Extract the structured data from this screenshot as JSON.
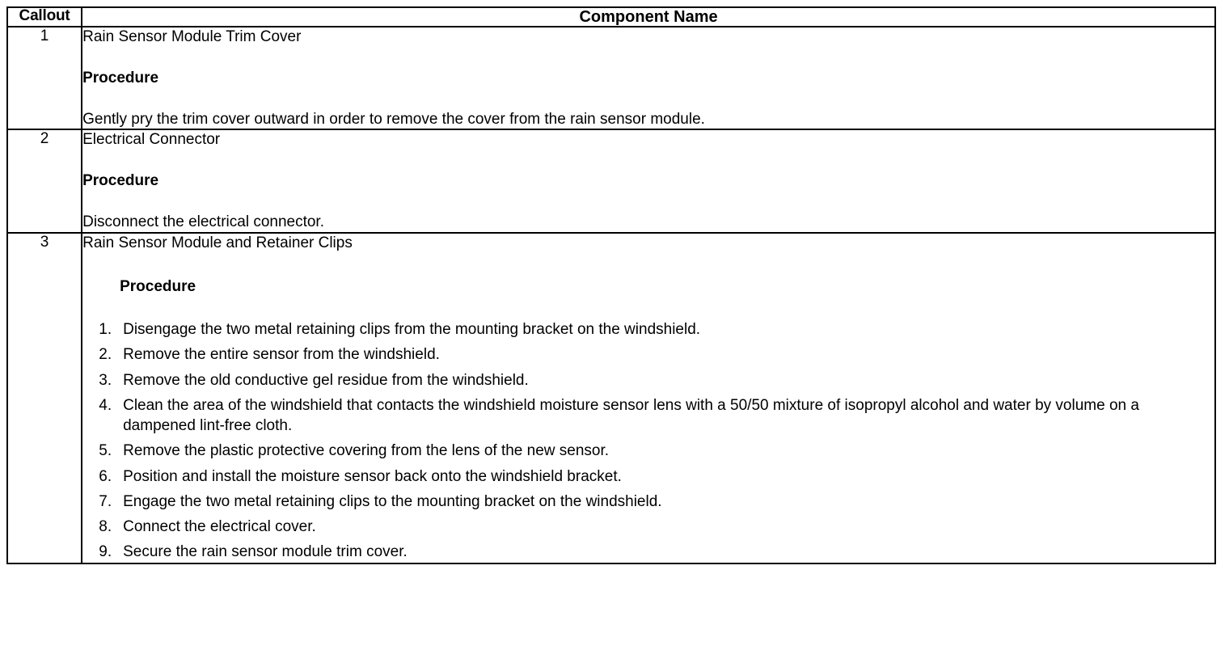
{
  "table": {
    "headers": {
      "callout": "Callout",
      "component_name": "Component Name"
    },
    "rows": [
      {
        "callout": "1",
        "component_name": "Rain Sensor Module Trim Cover",
        "procedure_label": "Procedure",
        "procedure_text": "Gently pry the trim cover outward in order to remove the cover from the rain sensor module."
      },
      {
        "callout": "2",
        "component_name": "Electrical Connector",
        "procedure_label": "Procedure",
        "procedure_text": "Disconnect the electrical connector."
      },
      {
        "callout": "3",
        "component_name": "Rain Sensor Module and Retainer Clips",
        "procedure_label": "Procedure",
        "steps": [
          "Disengage the two metal retaining clips from the mounting bracket on the windshield.",
          "Remove the entire sensor from the windshield.",
          "Remove the old conductive gel residue from the windshield.",
          "Clean the area of the windshield that contacts the windshield moisture sensor lens with a 50/50 mixture of isopropyl alcohol and water by volume on a dampened lint-free cloth.",
          "Remove the plastic protective covering from the lens of the new sensor.",
          "Position and install the moisture sensor back onto the windshield bracket.",
          "Engage the two metal retaining clips to the mounting bracket on the windshield.",
          "Connect the electrical cover.",
          "Secure the rain sensor module trim cover."
        ]
      }
    ]
  },
  "colors": {
    "border": "#000000",
    "text": "#000000",
    "background": "#ffffff"
  }
}
